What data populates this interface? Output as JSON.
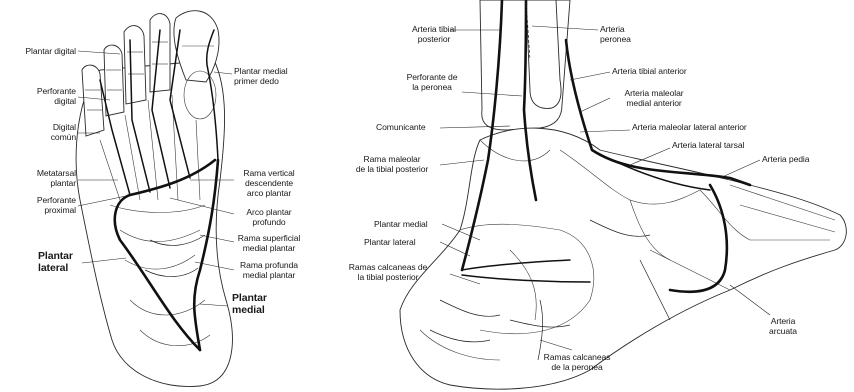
{
  "left": {
    "labels": {
      "plantar_digital": "Plantar digital",
      "perforante_digital": [
        "Perforante",
        "digital"
      ],
      "digital_comun": [
        "Digital",
        "común"
      ],
      "metatarsal_plantar": [
        "Metatarsal",
        "plantar"
      ],
      "perforante_proximal": [
        "Perforante",
        "proximal"
      ],
      "plantar_lateral": [
        "Plantar",
        "lateral"
      ],
      "plantar_medial_primer": [
        "Plantar medial",
        "primer dedo"
      ],
      "rama_vertical": [
        "Rama vertical",
        "descendente",
        "arco plantar"
      ],
      "arco_plantar": [
        "Arco plantar",
        "profundo"
      ],
      "rama_superficial": [
        "Rama superficial",
        "medial plantar"
      ],
      "rama_profunda": [
        "Rama profunda",
        "medial plantar"
      ],
      "plantar_medial": [
        "Plantar",
        "medial"
      ]
    }
  },
  "right": {
    "labels": {
      "tibial_posterior": [
        "Arteria tibial",
        "posterior"
      ],
      "peronea": [
        "Arteria",
        "peronea"
      ],
      "perforante_peronea": [
        "Perforante de",
        "la peronea"
      ],
      "tibial_anterior": "Arteria tibial anterior",
      "maleolar_medial": [
        "Arteria maleolar",
        "medial anterior"
      ],
      "comunicante": "Comunicante",
      "maleolar_lateral": "Arteria maleolar lateral anterior",
      "lateral_tarsal": "Arteria lateral tarsal",
      "pedia": "Arteria pedia",
      "rama_maleolar": [
        "Rama maleolar",
        "de la tibial posterior"
      ],
      "plantar_medial": "Plantar medial",
      "plantar_lateral": "Plantar lateral",
      "ramas_calcaneas_tibial": [
        "Ramas calcaneas de",
        "la tibial posterior"
      ],
      "ramas_calcaneas_peronea": [
        "Ramas calcaneas",
        "de la peronea"
      ],
      "arcuata": [
        "Arteria",
        "arcuata"
      ]
    }
  }
}
